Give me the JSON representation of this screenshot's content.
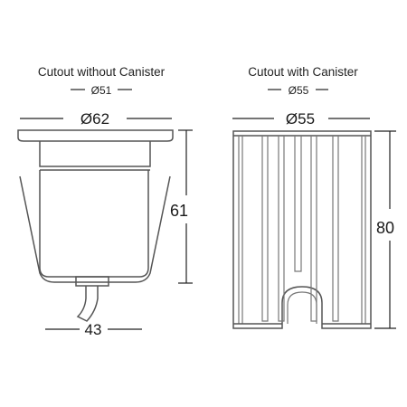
{
  "left": {
    "caption": "Cutout without Canister",
    "cutout": "Ø51",
    "diameter": "Ø62",
    "height": "61",
    "bottom": "43"
  },
  "right": {
    "caption": "Cutout with Canister",
    "cutout": "Ø55",
    "diameter": "Ø55",
    "height": "80"
  }
}
